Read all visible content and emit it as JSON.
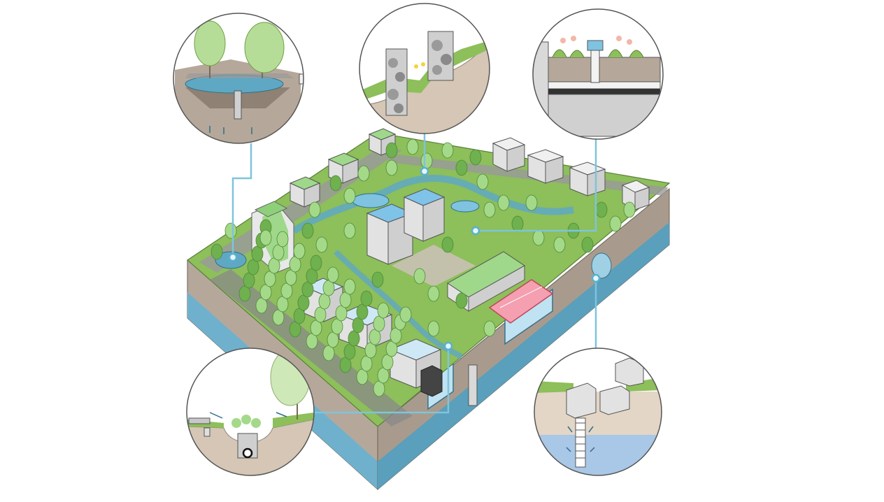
{
  "diagram": {
    "labels": {},
    "callouts": [
      {
        "id": "bioretention-pond",
        "icon": "pond-detail-icon"
      },
      {
        "id": "gabion-retaining-wall",
        "icon": "gabion-wall-icon"
      },
      {
        "id": "green-roof-section",
        "icon": "green-roof-icon"
      },
      {
        "id": "bioswale-trench",
        "icon": "bioswale-icon"
      },
      {
        "id": "infiltration-well",
        "icon": "infiltration-well-icon"
      }
    ],
    "colors": {
      "grass": "#8dbf5a",
      "grass_dark": "#6fa043",
      "tree": "#a5d98a",
      "tree_dark": "#6fb04f",
      "water": "#5fa8c4",
      "water_light": "#9fd0e3",
      "soil": "#b5a89a",
      "soil_dark": "#8f8173",
      "building": "#e6e6e6",
      "roof_blue": "#7fc3e8",
      "court": "#f4a0b0",
      "leader": "#7ec4dc",
      "road": "#9a9a9a"
    }
  }
}
